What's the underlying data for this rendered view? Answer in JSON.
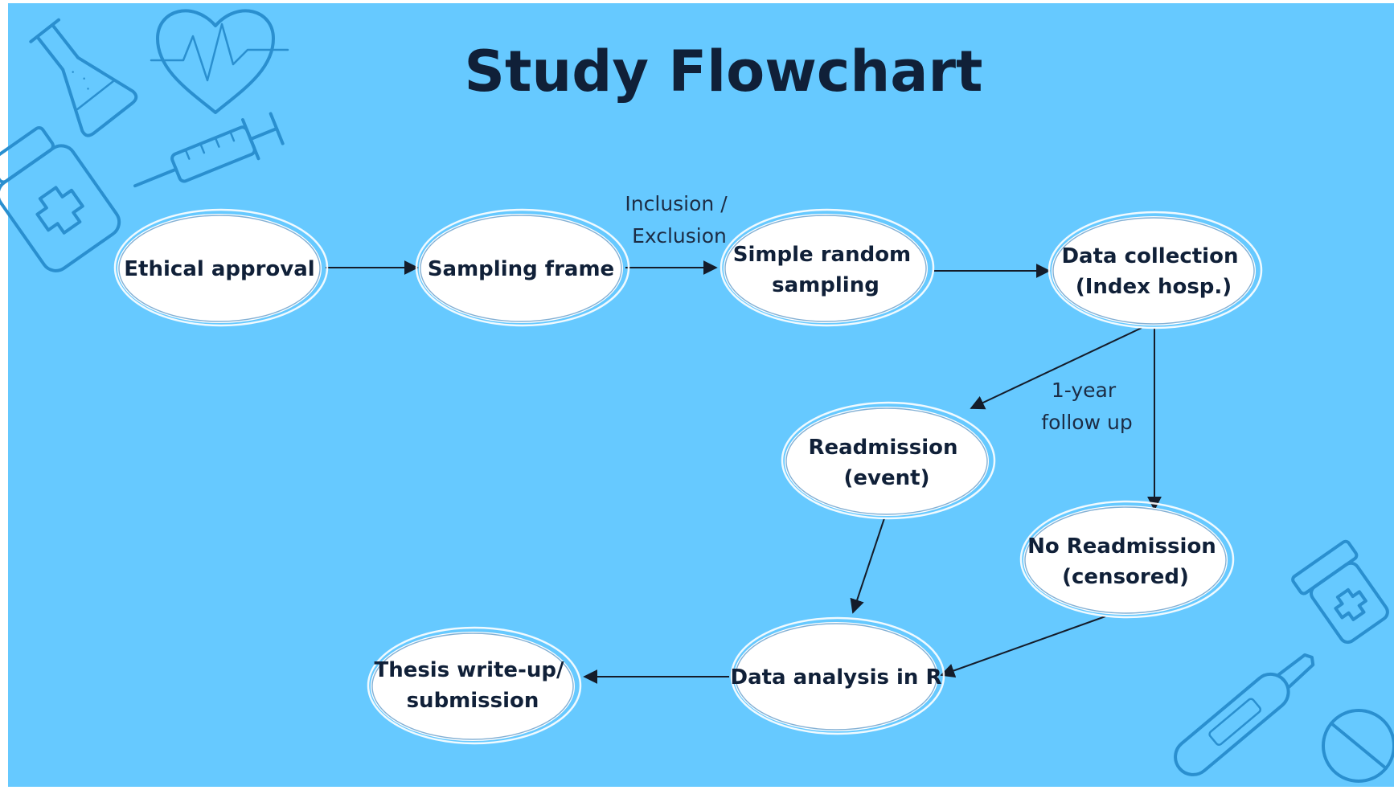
{
  "slide": {
    "title": "Study Flowchart",
    "background_color": "#66c9ff",
    "node_fill": "#ffffff",
    "text_color": "#102038",
    "doodle_color": "#2a8fcf"
  },
  "nodes": {
    "ethical_approval": {
      "lines": [
        "Ethical approval"
      ]
    },
    "sampling_frame": {
      "lines": [
        "Sampling frame"
      ]
    },
    "simple_random_sampling": {
      "lines": [
        "Simple random",
        "sampling"
      ]
    },
    "data_collection": {
      "lines": [
        "Data collection",
        "(Index hosp.)"
      ]
    },
    "readmission": {
      "lines": [
        "Readmission",
        "(event)"
      ]
    },
    "no_readmission": {
      "lines": [
        "No Readmission",
        "(censored)"
      ]
    },
    "data_analysis": {
      "lines": [
        "Data analysis in R"
      ]
    },
    "thesis": {
      "lines": [
        "Thesis write-up/",
        "submission"
      ]
    }
  },
  "edge_labels": {
    "inclusion_exclusion": [
      "Inclusion /",
      "Exclusion"
    ],
    "follow_up": [
      "1-year",
      "follow up"
    ]
  },
  "decorations": [
    "flask-icon",
    "heart-icon",
    "syringe-icon",
    "medicine-bottle-icon",
    "pill-bottle-icon",
    "thermometer-icon",
    "pill-icon"
  ]
}
